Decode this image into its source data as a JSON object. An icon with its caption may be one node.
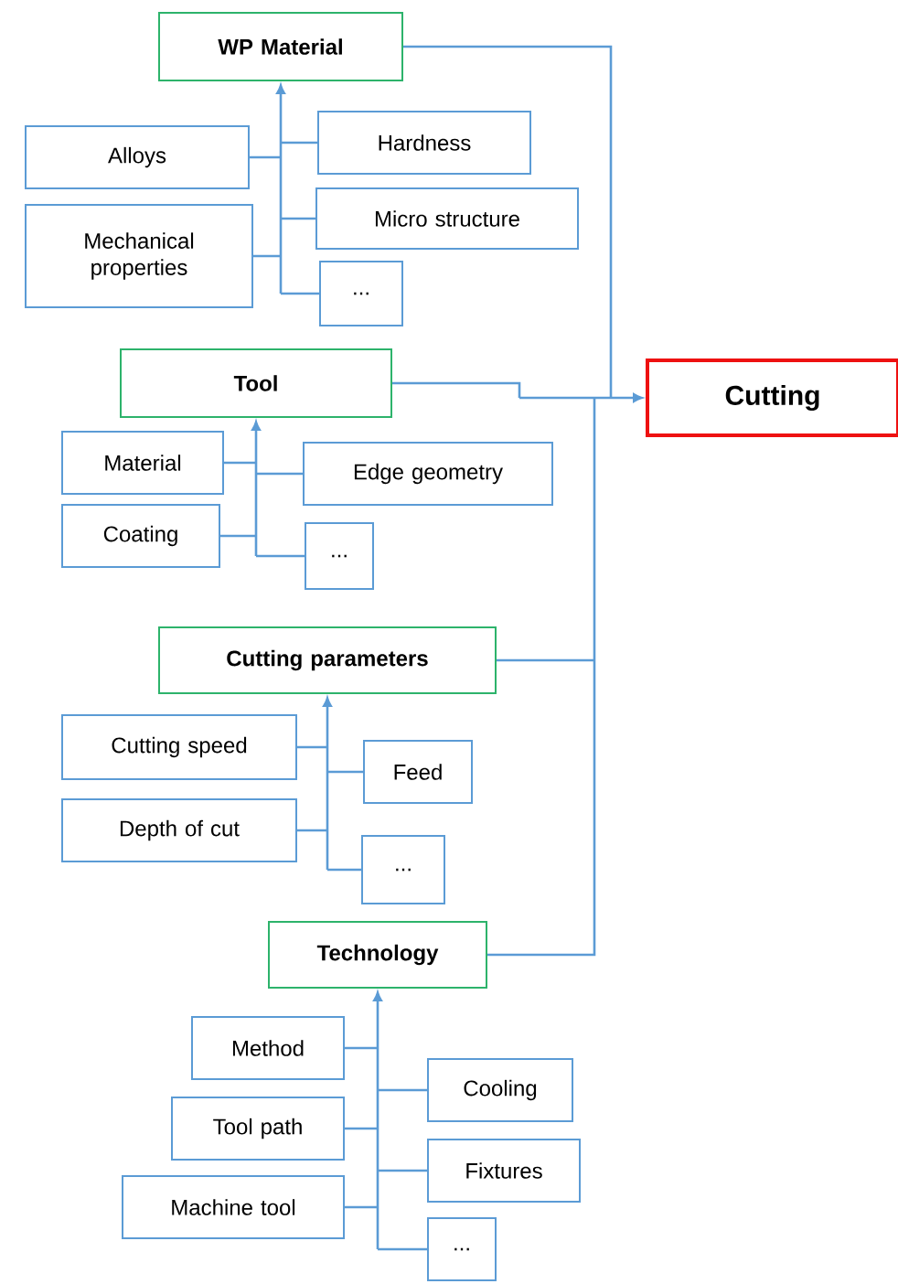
{
  "diagram": {
    "nodes": [
      {
        "text": [
          "WP Material"
        ]
      },
      {
        "text": [
          "Alloys"
        ]
      },
      {
        "text": [
          "Hardness"
        ]
      },
      {
        "text": [
          "Mechanical properties"
        ]
      },
      {
        "text": [
          "Micro structure"
        ]
      },
      {
        "text": [
          "..."
        ]
      },
      {
        "text": [
          "Tool"
        ]
      },
      {
        "text": [
          "Cutting"
        ]
      },
      {
        "text": [
          "Material"
        ]
      },
      {
        "text": [
          "Edge geometry"
        ]
      },
      {
        "text": [
          "Coating"
        ]
      },
      {
        "text": [
          "..."
        ]
      },
      {
        "text": [
          "Cutting parameters"
        ]
      },
      {
        "text": [
          "Cutting speed"
        ]
      },
      {
        "text": [
          "Feed"
        ]
      },
      {
        "text": [
          "Depth of cut"
        ]
      },
      {
        "text": [
          "..."
        ]
      },
      {
        "text": [
          "Technology"
        ]
      },
      {
        "text": [
          "Method"
        ]
      },
      {
        "text": [
          "Cooling"
        ]
      },
      {
        "text": [
          "Tool path"
        ]
      },
      {
        "text": [
          "Fixtures"
        ]
      },
      {
        "text": [
          "Machine tool"
        ]
      },
      {
        "text": [
          "..."
        ]
      }
    ],
    "edges": [
      {
        "from": 1,
        "to": 0,
        "arrow": "to"
      },
      {
        "from": 2,
        "to": 0,
        "arrow": "to"
      },
      {
        "from": 3,
        "to": 0,
        "arrow": "to"
      },
      {
        "from": 4,
        "to": 0,
        "arrow": "to"
      },
      {
        "from": 5,
        "to": 0,
        "arrow": "to"
      },
      {
        "from": 8,
        "to": 6,
        "arrow": "to"
      },
      {
        "from": 9,
        "to": 6,
        "arrow": "to"
      },
      {
        "from": 10,
        "to": 6,
        "arrow": "to"
      },
      {
        "from": 11,
        "to": 6,
        "arrow": "to"
      },
      {
        "from": 13,
        "to": 12,
        "arrow": "to"
      },
      {
        "from": 14,
        "to": 12,
        "arrow": "to"
      },
      {
        "from": 15,
        "to": 12,
        "arrow": "to"
      },
      {
        "from": 16,
        "to": 12,
        "arrow": "to"
      },
      {
        "from": 18,
        "to": 17,
        "arrow": "to"
      },
      {
        "from": 19,
        "to": 17,
        "arrow": "to"
      },
      {
        "from": 20,
        "to": 17,
        "arrow": "to"
      },
      {
        "from": 21,
        "to": 17,
        "arrow": "to"
      },
      {
        "from": 22,
        "to": 17,
        "arrow": "to"
      },
      {
        "from": 23,
        "to": 17,
        "arrow": "to"
      },
      {
        "from": 0,
        "to": 7,
        "arrow": "to"
      },
      {
        "from": 6,
        "to": 7,
        "arrow": "to"
      },
      {
        "from": 12,
        "to": 7,
        "arrow": "to"
      },
      {
        "from": 17,
        "to": 7,
        "arrow": "to"
      }
    ]
  }
}
